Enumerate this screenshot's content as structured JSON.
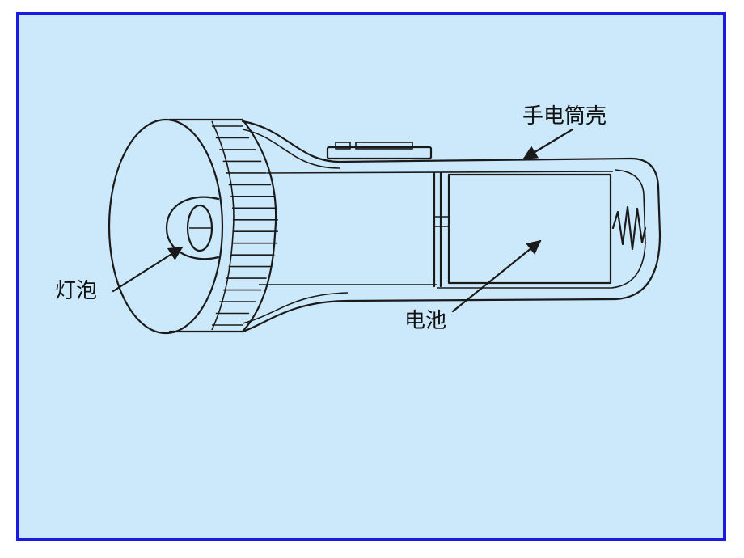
{
  "labels": {
    "shell": "手电筒壳",
    "bulb": "灯泡",
    "battery": "电池"
  },
  "colors": {
    "background": "#cce9fb",
    "border": "#1a1ae0",
    "line": "#1a1a1a"
  }
}
